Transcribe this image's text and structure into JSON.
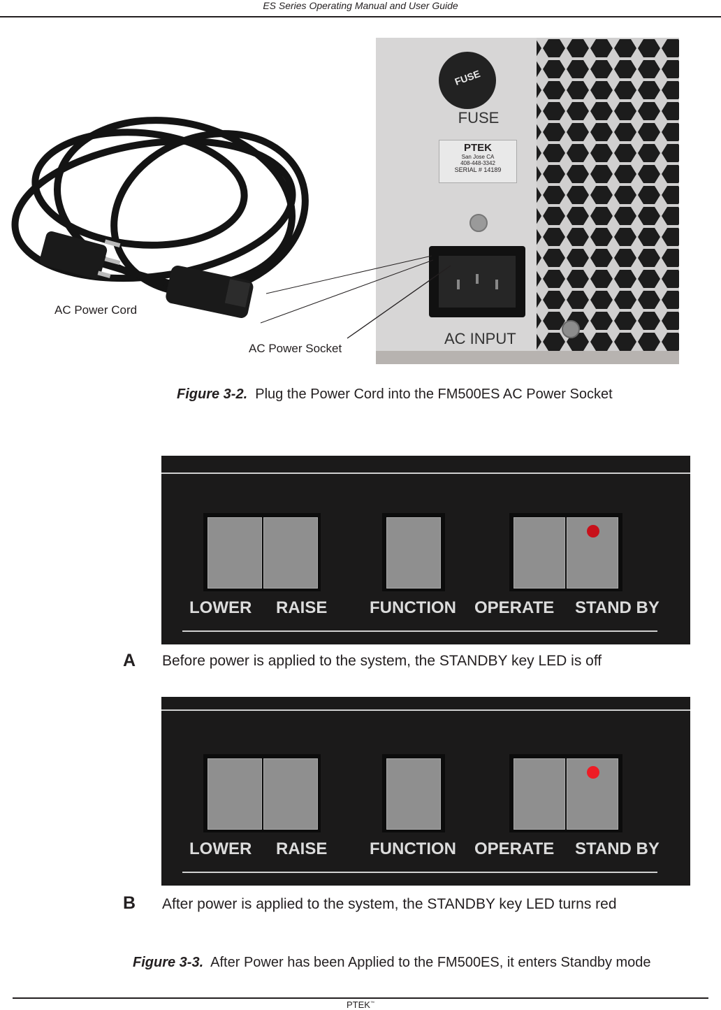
{
  "header": {
    "title": "ES Series Operating Manual and User Guide"
  },
  "figure_3_2": {
    "photo_labels": {
      "fuse_cap": "FUSE",
      "fuse": "FUSE",
      "brand": "PTEK",
      "location": "San Jose CA",
      "phone": "408-448-3342",
      "serial": "SERIAL # 14189",
      "ac_input": "AC INPUT"
    },
    "callouts": {
      "cord": "AC Power Cord",
      "socket": "AC Power Socket"
    },
    "caption": {
      "label": "Figure 3-2.",
      "text": "Plug the Power Cord into the FM500ES AC Power Socket"
    }
  },
  "figure_3_3": {
    "panel_keys": [
      "LOWER",
      "RAISE",
      "FUNCTION",
      "OPERATE",
      "STAND BY"
    ],
    "panels": [
      {
        "letter": "A",
        "text": "Before power is applied to the system, the STANDBY key LED is off",
        "led_color": "#c8101a"
      },
      {
        "letter": "B",
        "text": "After power is applied to the system, the STANDBY key LED turns red",
        "led_color": "#ee1c25"
      }
    ],
    "caption": {
      "label": "Figure 3-3.",
      "text": "After Power has been Applied to the FM500ES, it enters Standby mode"
    }
  },
  "footer": {
    "brand": "PTEK",
    "mark": "™"
  }
}
